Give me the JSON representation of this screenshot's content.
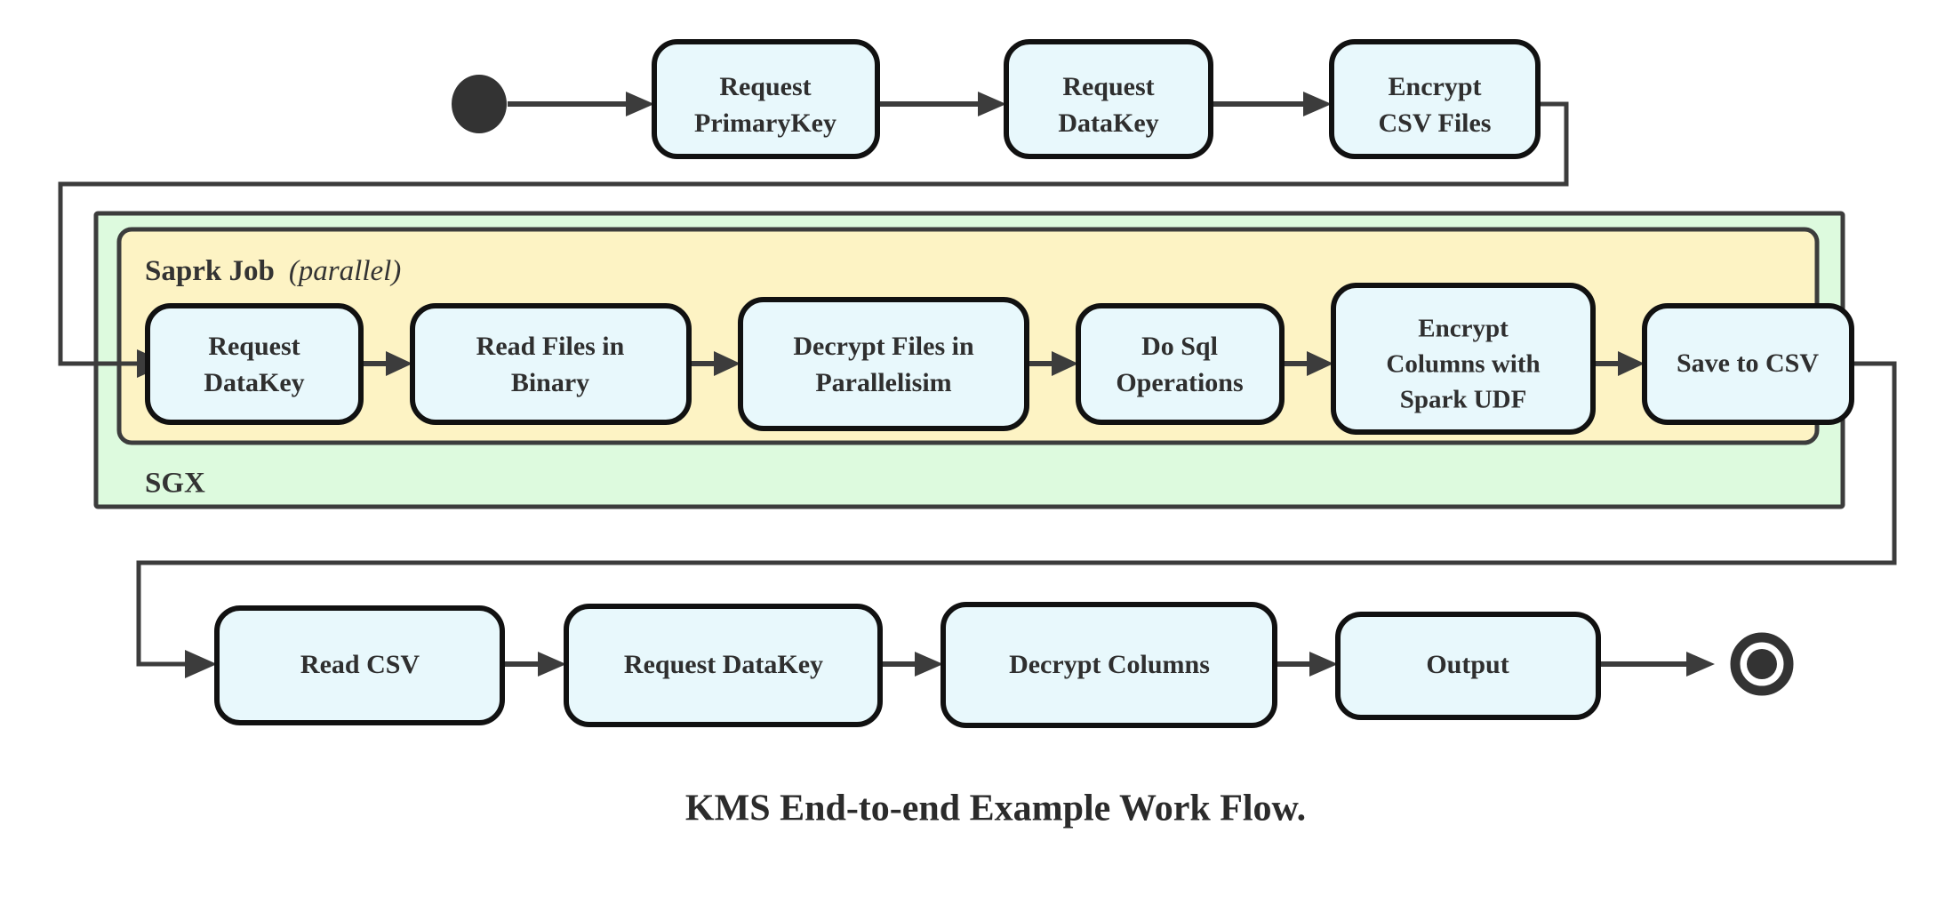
{
  "caption": "KMS End-to-end Example Work Flow.",
  "colors": {
    "node_fill": "#e8f8fc",
    "node_stroke": "#111111",
    "sgx_container_fill": "#ddfade",
    "spark_container_fill": "#fdf3c4",
    "container_stroke": "#3c3c3c",
    "edge_stroke": "#3c3c3c",
    "text": "#2f2f2f",
    "background": "#ffffff"
  },
  "containers": {
    "sgx": {
      "label": "SGX"
    },
    "spark": {
      "label": "Saprk Job",
      "modifier": "(parallel)",
      "modifier_text": "parallel"
    }
  },
  "markers": {
    "start": "start-node",
    "end": "end-node"
  },
  "rows": {
    "top": {
      "nodes": [
        {
          "id": "request-primarykey",
          "lines": [
            "Request",
            "PrimaryKey"
          ]
        },
        {
          "id": "request-datakey-top",
          "lines": [
            "Request",
            "DataKey"
          ]
        },
        {
          "id": "encrypt-csv-files",
          "lines": [
            "Encrypt",
            "CSV Files"
          ]
        }
      ]
    },
    "middle": {
      "nodes": [
        {
          "id": "request-datakey-spark",
          "lines": [
            "Request",
            "DataKey"
          ]
        },
        {
          "id": "read-files-in-binary",
          "lines": [
            "Read Files in",
            "Binary"
          ]
        },
        {
          "id": "decrypt-files-in-parallelisim",
          "lines": [
            "Decrypt Files in",
            "Parallelisim"
          ]
        },
        {
          "id": "do-sql-operations",
          "lines": [
            "Do Sql",
            "Operations"
          ]
        },
        {
          "id": "encrypt-columns-with-spark-udf",
          "lines": [
            "Encrypt",
            "Columns with",
            "Spark UDF"
          ]
        },
        {
          "id": "save-to-csv",
          "lines": [
            "Save to CSV"
          ]
        }
      ]
    },
    "bottom": {
      "nodes": [
        {
          "id": "read-csv",
          "lines": [
            "Read CSV"
          ]
        },
        {
          "id": "request-datakey-bottom",
          "lines": [
            "Request DataKey"
          ]
        },
        {
          "id": "decrypt-columns",
          "lines": [
            "Decrypt Columns"
          ]
        },
        {
          "id": "output",
          "lines": [
            "Output"
          ]
        }
      ]
    }
  },
  "chart_data": {
    "type": "diagram",
    "title": "KMS End-to-end Example Work Flow.",
    "flow": [
      "start",
      "Request PrimaryKey",
      "Request DataKey",
      "Encrypt CSV Files",
      "Request DataKey",
      "Read Files in Binary",
      "Decrypt Files in Parallelisim",
      "Do Sql Operations",
      "Encrypt Columns with Spark UDF",
      "Save to CSV",
      "Read CSV",
      "Request DataKey",
      "Decrypt Columns",
      "Output",
      "end"
    ]
  }
}
